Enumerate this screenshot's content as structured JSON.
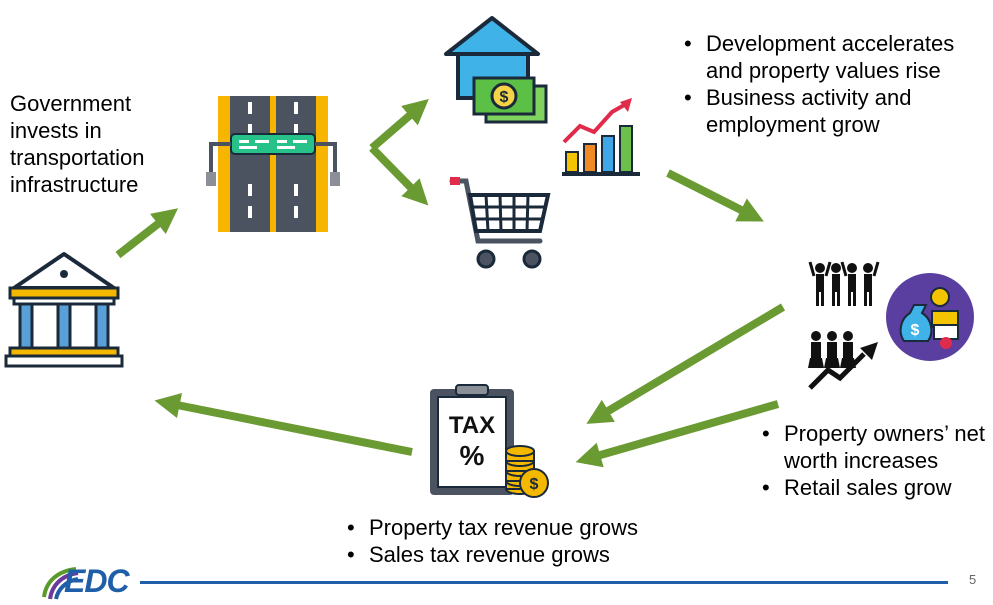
{
  "government": {
    "lines": [
      "Government",
      "invests in",
      "transportation",
      "infrastructure"
    ]
  },
  "top_bullets": [
    "Development accelerates and property values rise",
    "Business activity and employment grow"
  ],
  "right_bullets": [
    "Property owners’ net worth increases",
    "Retail sales grow"
  ],
  "bottom_bullets": [
    "Property tax revenue grows",
    "Sales tax revenue grows"
  ],
  "tax_icon": {
    "line1": "TAX",
    "line2": "%"
  },
  "money_symbol": "$",
  "logo_text": "EDC",
  "page_number": "5",
  "colors": {
    "arrow": "#6a9a32",
    "footer_rule": "#1f5ea8",
    "logo_blue": "#1f5ea8",
    "logo_purple": "#6b3a9a",
    "logo_green": "#5a9a2a"
  },
  "icons": [
    "government-building-icon",
    "highway-icon",
    "house-money-icon",
    "growth-chart-icon",
    "shopping-cart-icon",
    "people-icon",
    "money-bag-icon",
    "people-growth-icon",
    "tax-clipboard-icon"
  ]
}
